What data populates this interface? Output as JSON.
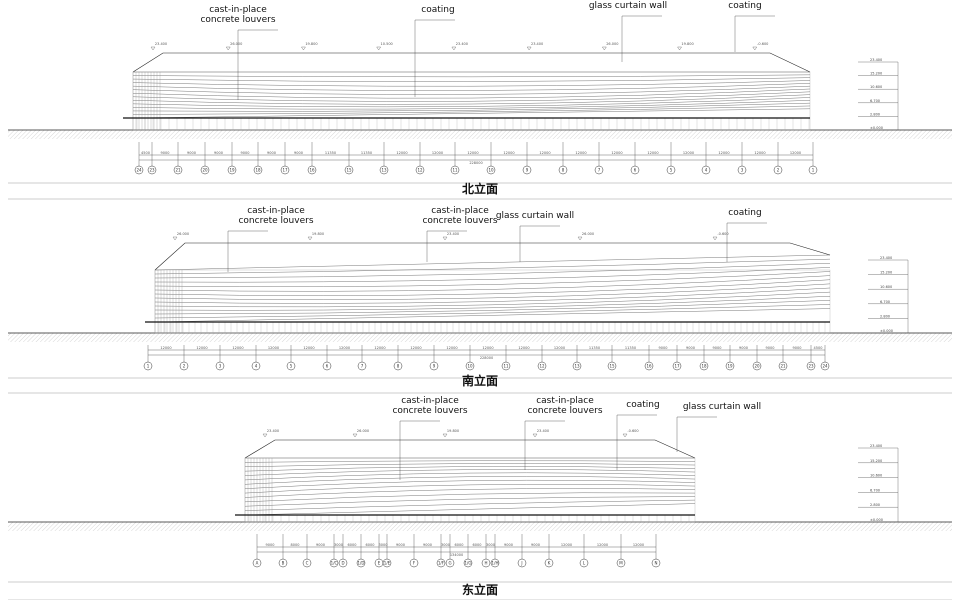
{
  "elevations": [
    {
      "title": "北立面",
      "callouts": [
        {
          "line1": "cast-in-place",
          "line2": "concrete louvers"
        },
        {
          "line1": "coating",
          "line2": ""
        },
        {
          "line1": "glass curtain wall",
          "line2": ""
        },
        {
          "line1": "coating",
          "line2": ""
        }
      ],
      "axes": [
        "24",
        "23",
        "21",
        "20",
        "19",
        "18",
        "17",
        "16",
        "15",
        "13",
        "12",
        "11",
        "10",
        "9",
        "8",
        "7",
        "6",
        "5",
        "4",
        "3",
        "2",
        "1"
      ],
      "dims": [
        "4500",
        "9000",
        "9000",
        "9000",
        "9000",
        "9000",
        "9000",
        "11350",
        "11350",
        "12000",
        "12000",
        "12000",
        "12000",
        "12000",
        "12000",
        "12000",
        "12000",
        "12000",
        "12000",
        "12000",
        "12000"
      ],
      "total_dim": "228000",
      "levels": [
        "23.400",
        "15.200",
        "10.600",
        "6.700",
        "2.800",
        "±0.000"
      ],
      "marks": [
        "23.400",
        "26.000",
        "19.800",
        "10.500",
        "23.400",
        "23.400",
        "26.000",
        "19.800",
        "-0.600"
      ]
    },
    {
      "title": "南立面",
      "callouts": [
        {
          "line1": "cast-in-place",
          "line2": "concrete louvers"
        },
        {
          "line1": "cast-in-place",
          "line2": "concrete louvers"
        },
        {
          "line1": "glass curtain wall",
          "line2": ""
        },
        {
          "line1": "coating",
          "line2": ""
        }
      ],
      "axes": [
        "1",
        "2",
        "3",
        "4",
        "5",
        "6",
        "7",
        "8",
        "9",
        "10",
        "11",
        "12",
        "13",
        "15",
        "16",
        "17",
        "18",
        "19",
        "20",
        "21",
        "23",
        "24"
      ],
      "dims": [
        "12000",
        "12000",
        "12000",
        "12000",
        "12000",
        "12000",
        "12000",
        "12000",
        "12000",
        "12000",
        "12000",
        "12000",
        "11350",
        "11350",
        "9000",
        "9000",
        "9000",
        "9000",
        "9000",
        "9000",
        "4500"
      ],
      "total_dim": "228000",
      "levels": [
        "23.400",
        "15.200",
        "10.600",
        "6.700",
        "2.800",
        "±0.000"
      ],
      "marks": [
        "26.000",
        "19.800",
        "23.400",
        "26.000",
        "-0.600"
      ]
    },
    {
      "title": "东立面",
      "callouts": [
        {
          "line1": "cast-in-place",
          "line2": "concrete louvers"
        },
        {
          "line1": "cast-in-place",
          "line2": "concrete louvers"
        },
        {
          "line1": "coating",
          "line2": ""
        },
        {
          "line1": "glass curtain wall",
          "line2": ""
        }
      ],
      "axes": [
        "A",
        "B",
        "C",
        "1/C",
        "D",
        "1/D",
        "E",
        "1/E",
        "F",
        "1/F",
        "G",
        "1/G",
        "H",
        "1/H",
        "J",
        "K",
        "L",
        "M",
        "N"
      ],
      "dims": [
        "9000",
        "8000",
        "9000",
        "3000",
        "6000",
        "6000",
        "3000",
        "9000",
        "9000",
        "3000",
        "6000",
        "6000",
        "3000",
        "9000",
        "9000",
        "12000",
        "12000",
        "12000"
      ],
      "total_dim": "134000",
      "levels": [
        "23.400",
        "15.200",
        "10.600",
        "6.700",
        "2.800",
        "±0.000"
      ],
      "marks": [
        "23.400",
        "26.000",
        "19.800",
        "23.400",
        "-0.600"
      ]
    }
  ]
}
